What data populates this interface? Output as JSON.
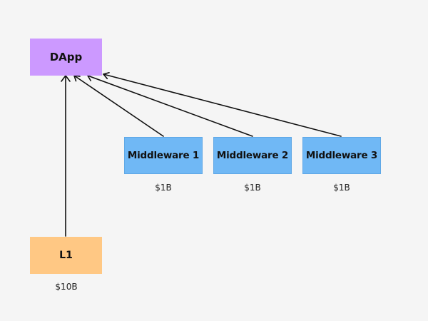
{
  "nodes": {
    "dapp": {
      "label": "DApp",
      "color": "#cc99ff"
    },
    "l1": {
      "label": "L1",
      "value": "$10B",
      "color": "#ffc884"
    },
    "middleware": [
      {
        "label": "Middleware 1",
        "value": "$1B"
      },
      {
        "label": "Middleware 2",
        "value": "$1B"
      },
      {
        "label": "Middleware 3",
        "value": "$1B"
      }
    ],
    "middleware_color": "#70b8f5"
  },
  "edges": [
    {
      "from": "l1",
      "to": "dapp"
    },
    {
      "from": "middleware-1",
      "to": "dapp"
    },
    {
      "from": "middleware-2",
      "to": "dapp"
    },
    {
      "from": "middleware-3",
      "to": "dapp"
    }
  ]
}
